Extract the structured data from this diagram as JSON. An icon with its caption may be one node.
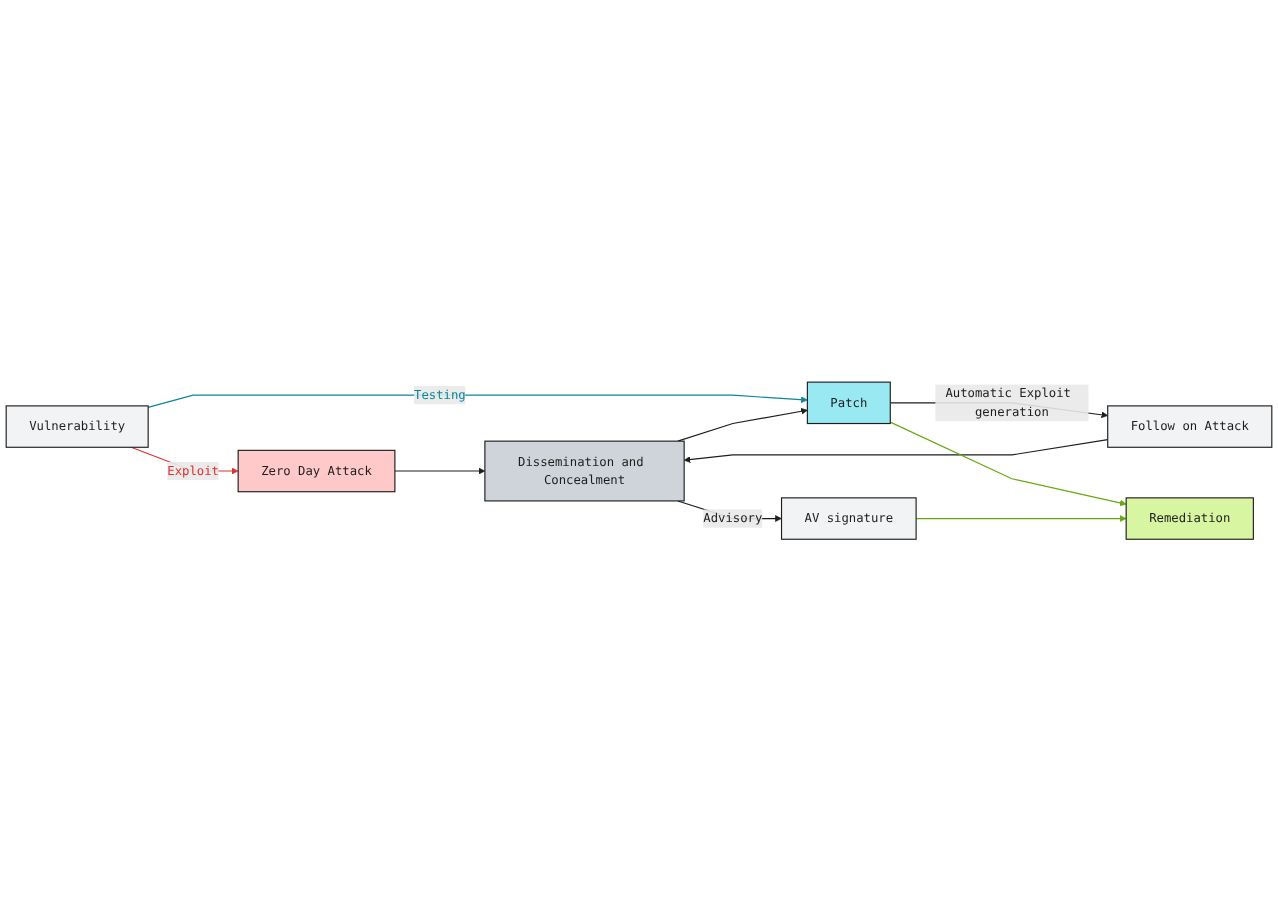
{
  "diagram": {
    "nodes": [
      {
        "text": [
          "Zero Day Attack"
        ]
      },
      {
        "text": [
          "Vulnerability"
        ]
      },
      {
        "text": [
          "Follow on Attack"
        ]
      },
      {
        "text": [
          "Dissemination and Concealment"
        ]
      },
      {
        "text": [
          "Remediation"
        ]
      },
      {
        "text": [
          "Patch"
        ]
      },
      {
        "text": [
          "AV signature"
        ]
      }
    ],
    "edges": [
      {
        "from": 1,
        "to": 0,
        "arrow": "to",
        "label": "Exploit",
        "color": "#e03131"
      },
      {
        "from": 0,
        "to": 3,
        "arrow": "to"
      },
      {
        "from": 2,
        "to": 3,
        "arrow": "to"
      },
      {
        "from": 1,
        "to": 5,
        "arrow": "to",
        "label": "Testing",
        "color": "#0c8599"
      },
      {
        "from": 5,
        "to": 2,
        "arrow": "to",
        "label": "Automatic Exploit generation"
      },
      {
        "from": 3,
        "to": 5,
        "arrow": "to"
      },
      {
        "from": 3,
        "to": 6,
        "arrow": "to",
        "label": "Advisory"
      },
      {
        "from": 5,
        "to": 4,
        "arrow": "to",
        "color": "#66a80f"
      },
      {
        "from": 6,
        "to": 4,
        "arrow": "to",
        "color": "#66a80f"
      }
    ]
  }
}
